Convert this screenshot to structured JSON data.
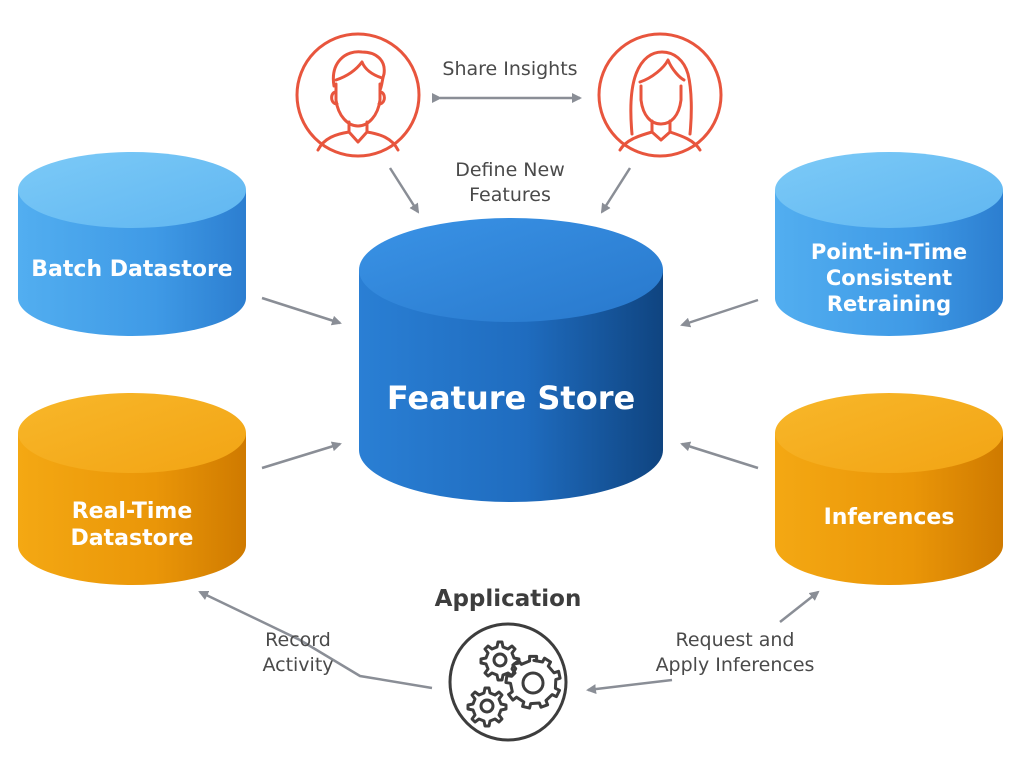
{
  "nodes": {
    "feature_store": "Feature Store",
    "batch": "Batch Datastore",
    "point_in_time": "Point-in-Time\nConsistent\nRetraining",
    "real_time": "Real-Time\nDatastore",
    "inferences": "Inferences",
    "application": "Application"
  },
  "edge_labels": {
    "share_insights": "Share Insights",
    "define_new_features": "Define New\nFeatures",
    "record_activity": "Record\nActivity",
    "request_apply": "Request and\nApply Inferences"
  },
  "colors": {
    "blue": "#3a86d6",
    "light_blue": "#5fb4ef",
    "orange": "#f2a413",
    "person": "#e8553d",
    "arrow": "#8a8e96",
    "gear": "#3d3d3d"
  }
}
